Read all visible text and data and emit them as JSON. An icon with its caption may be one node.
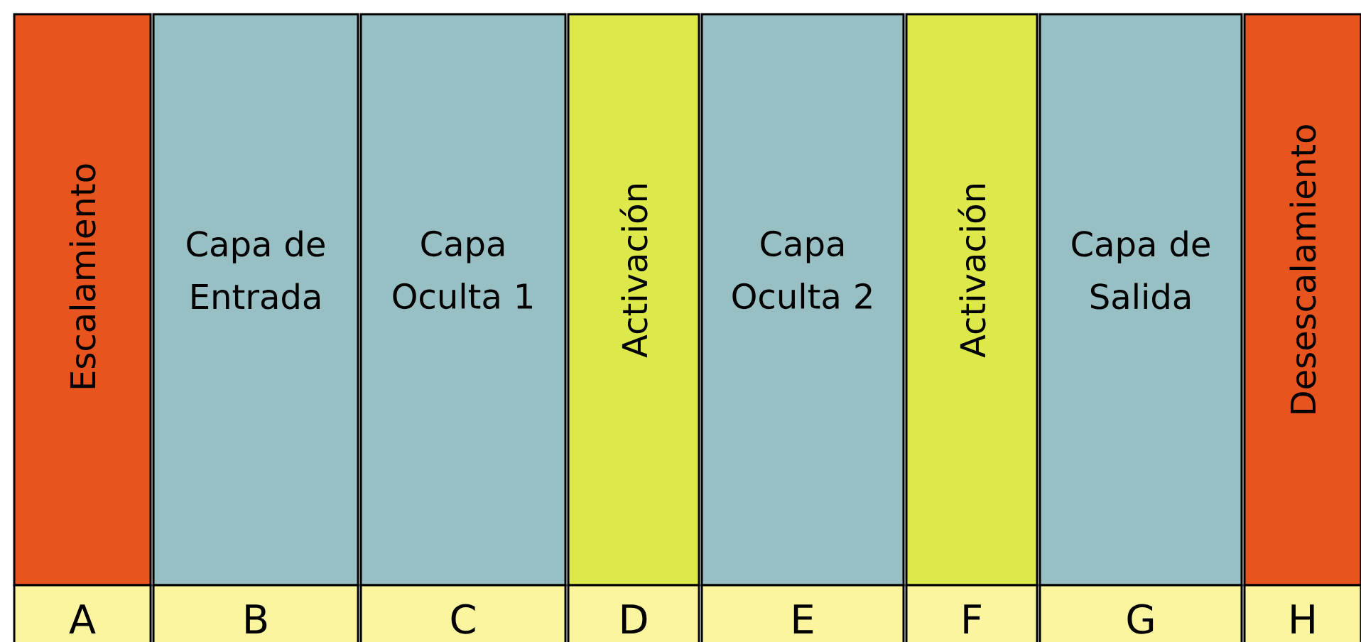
{
  "diagram": {
    "nodes": [
      {
        "text": [
          "Escalamiento"
        ]
      },
      {
        "text": [
          "Capa de Entrada"
        ]
      },
      {
        "text": [
          "Capa Oculta 1"
        ]
      },
      {
        "text": [
          "Activación"
        ]
      },
      {
        "text": [
          "Capa Oculta 2"
        ]
      },
      {
        "text": [
          "Activación"
        ]
      },
      {
        "text": [
          "Capa de Salida"
        ]
      },
      {
        "text": [
          "Desescalamiento"
        ]
      },
      {
        "text": [
          "A"
        ]
      },
      {
        "text": [
          "B"
        ]
      },
      {
        "text": [
          "C"
        ]
      },
      {
        "text": [
          "D"
        ]
      },
      {
        "text": [
          "E"
        ]
      },
      {
        "text": [
          "F"
        ]
      },
      {
        "text": [
          "G"
        ]
      },
      {
        "text": [
          "H"
        ]
      }
    ]
  }
}
